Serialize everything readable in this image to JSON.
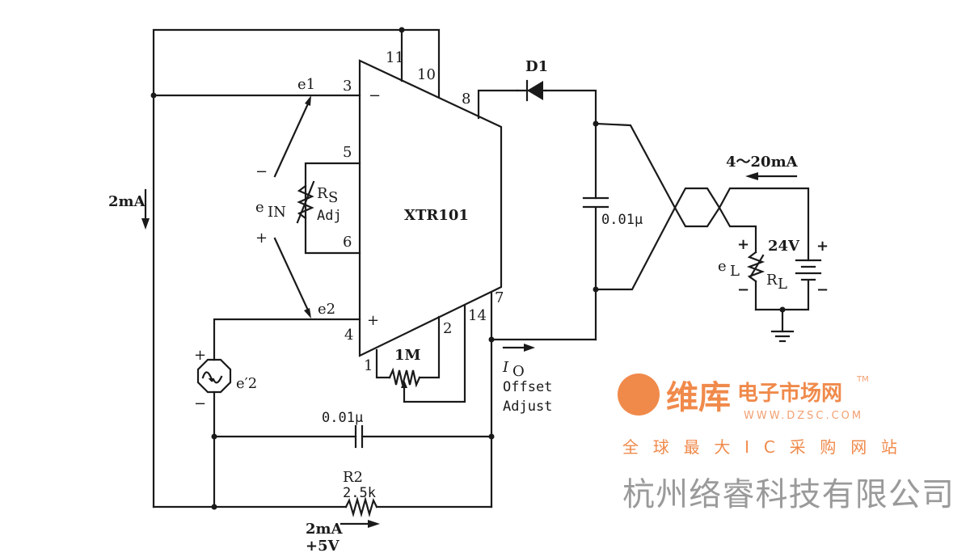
{
  "ic": {
    "name": "XTR101",
    "pins": {
      "p1": "1",
      "p2": "2",
      "p3": "3",
      "p4": "4",
      "p5": "5",
      "p6": "6",
      "p7": "7",
      "p8": "8",
      "p10": "10",
      "p11": "11",
      "p14": "14"
    },
    "minus": "−",
    "plus": "+"
  },
  "labels": {
    "e1": "e1",
    "e2": "e2",
    "ein": "e",
    "ein_sub": "IN",
    "ein_minus": "−",
    "ein_plus": "+",
    "rs": "R",
    "rs_sub": "S",
    "adj": "Adj",
    "src": "e′2",
    "src_plus": "+",
    "src_minus": "−",
    "pot": "1M",
    "cap_bottom": "0.01μ",
    "r2": "R2",
    "r2_val": "2.5k",
    "i_bottom": "2mA",
    "v_bottom": "+5V",
    "i_left": "2mA",
    "d1": "D1",
    "cap_right": "0.01μ",
    "io": "I",
    "io_sub": "O",
    "offset": "Offset",
    "adjust": "Adjust",
    "loop_current": "4～20mA",
    "el": "e",
    "el_sub": "L",
    "rl": "R",
    "rl_sub": "L",
    "el_plus": "+",
    "el_minus": "−",
    "batt": "24V",
    "batt_plus": "+",
    "batt_minus": "−"
  },
  "watermark": {
    "company": "杭州络睿科技有限公司",
    "brand": "维库",
    "brand2": "电子市场网",
    "tm": "TM",
    "url": "WWW.DZSC.COM",
    "slogan": "全球最大IC采购网站"
  }
}
